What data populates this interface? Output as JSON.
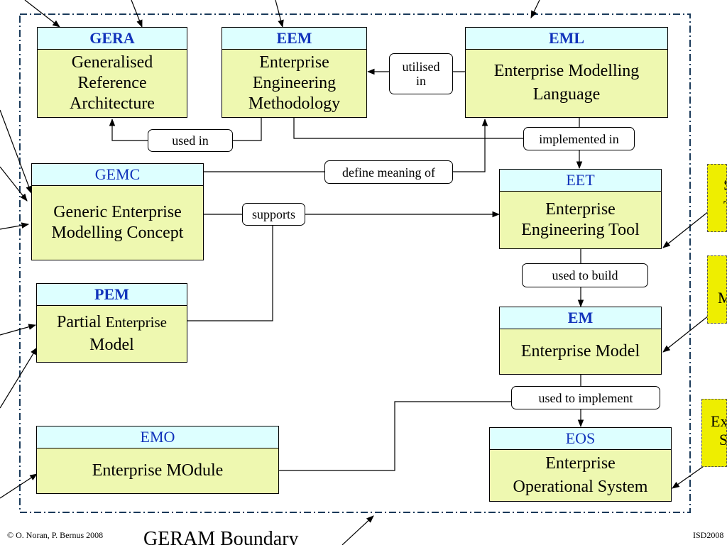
{
  "boxes": {
    "gera": {
      "code": "GERA",
      "line1": "Generalised",
      "line2": "Reference",
      "line3": "Architecture"
    },
    "eem": {
      "code": "EEM",
      "line1": "Enterprise",
      "line2": "Engineering",
      "line3": "Methodology"
    },
    "eml": {
      "code": "EML",
      "line1": "Enterprise Modelling",
      "line2": "Language"
    },
    "gemc": {
      "code": "GEMC",
      "line1": "Generic Enterprise",
      "line2": "Modelling Concept"
    },
    "eet": {
      "code": "EET",
      "line1": "Enterprise",
      "line2": "Engineering Tool"
    },
    "pem": {
      "code": "PEM",
      "line1a": "Partial",
      "line1b": "Enterprise",
      "line2": "Model"
    },
    "em": {
      "code": "EM",
      "line1": "Enterprise Model"
    },
    "emo": {
      "code": "EMO",
      "line1": "Enterprise MOdule"
    },
    "eos": {
      "code": "EOS",
      "line1": "Enterprise",
      "line2": "Operational System"
    }
  },
  "labels": {
    "utilised_in_1": "utilised",
    "utilised_in_2": "in",
    "used_in": "used in",
    "implemented_in": "implemented in",
    "define_meaning_of": "define meaning of",
    "supports": "supports",
    "used_to_build": "used to build",
    "used_to_implement": "used to implement"
  },
  "side_boxes": {
    "s1_line1": "S",
    "s1_line2": "T",
    "s2_line1": "M",
    "s3_line1": "Ex",
    "s3_line2": "S"
  },
  "footer": {
    "copyright": "© O. Noran, P. Bernus 2008",
    "boundary": "GERAM Boundary",
    "conf": "ISD2008"
  },
  "colors": {
    "box_fill": "#eef8b0",
    "header_fill": "#ddffff",
    "header_text": "#1133bb",
    "side_fill": "#eeee00",
    "boundary": "#1a3a5a"
  }
}
